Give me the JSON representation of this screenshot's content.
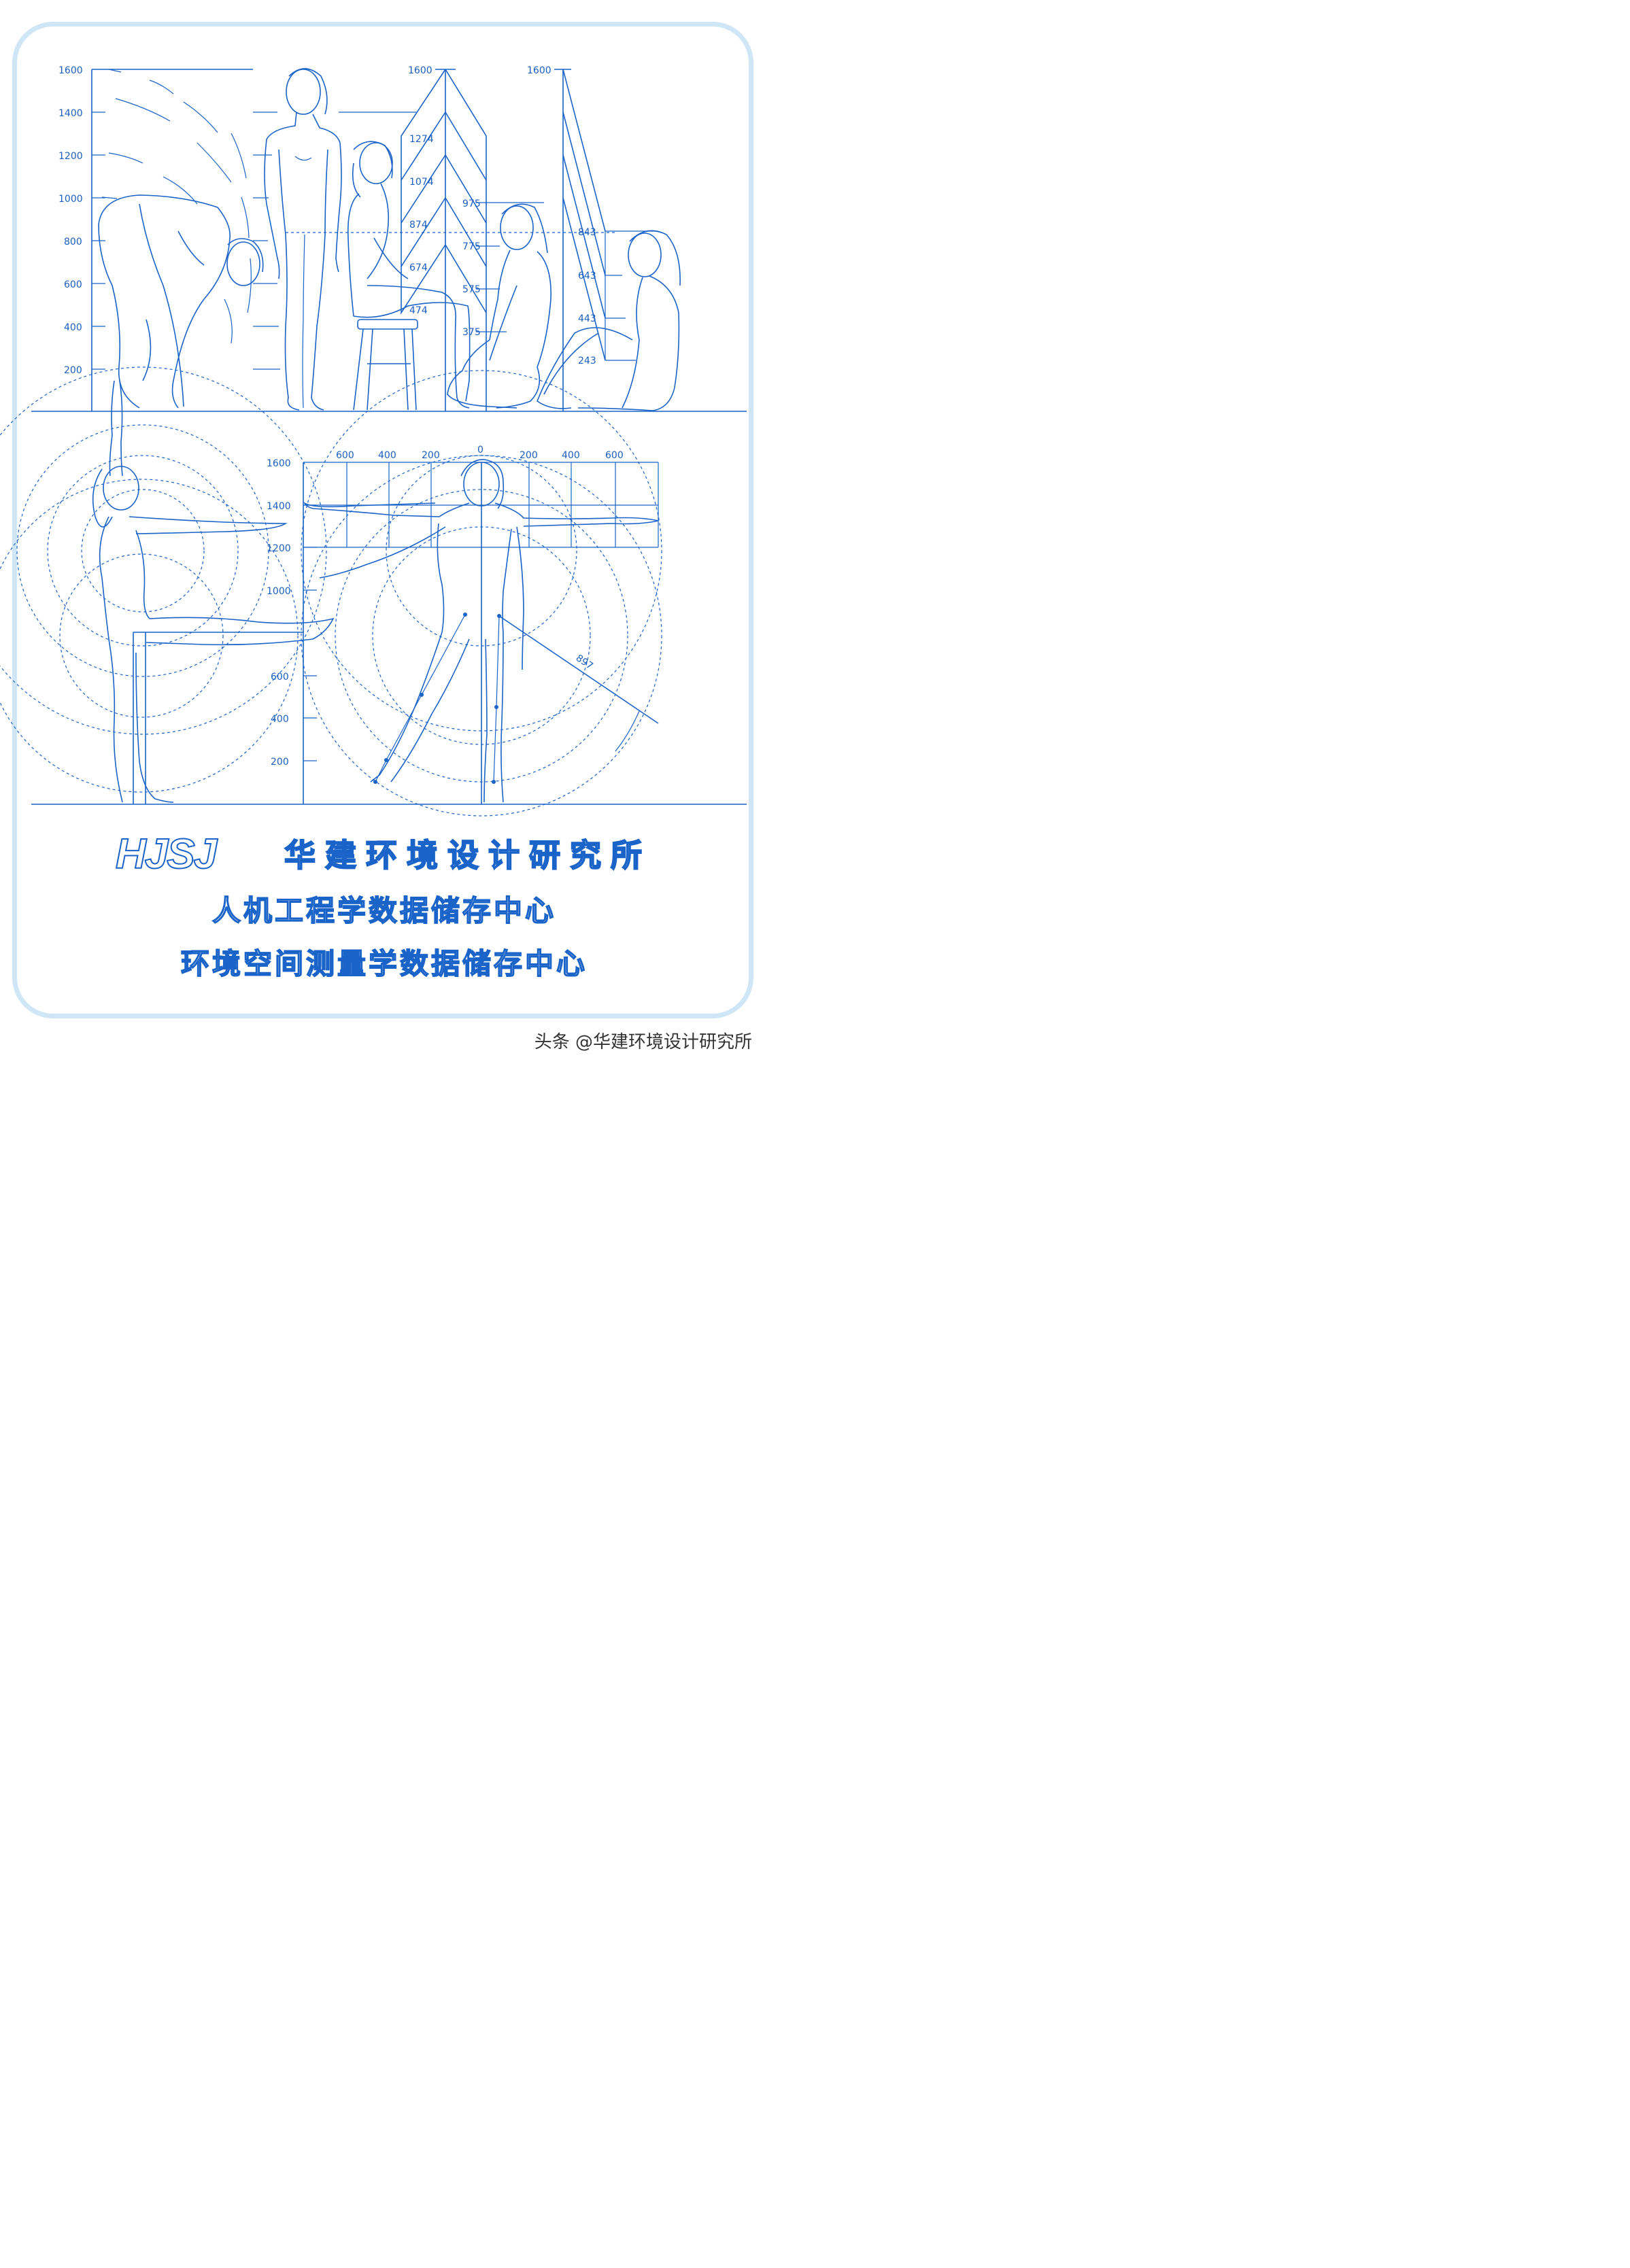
{
  "colors": {
    "line": "#1a63c8",
    "frame": "#cfe6f7",
    "watermark": "#333333"
  },
  "top_panel": {
    "left_scale": [
      "1600",
      "1400",
      "1200",
      "1000",
      "800",
      "600",
      "400",
      "200"
    ],
    "seated_scale_top": "1600",
    "seated_marks": [
      "1274",
      "1074",
      "874",
      "674",
      "474"
    ],
    "kneeling_marks": [
      "975",
      "775",
      "575",
      "375"
    ],
    "right_scale_top": "1600",
    "floor_sitting_marks": [
      "843",
      "643",
      "443",
      "243"
    ]
  },
  "bottom_panel": {
    "left_scale": [
      "1600",
      "1400",
      "1200",
      "1000",
      "600",
      "400",
      "200"
    ],
    "reach_scale": [
      "600",
      "400",
      "200",
      "0",
      "200",
      "400",
      "600"
    ],
    "leg_reach_label": "897"
  },
  "branding": {
    "logo_text": "HJSJ",
    "org_name": "华建环境设计研究所",
    "tagline_1": "人机工程学数据储存中心",
    "tagline_2": "环境空间测量学数据储存中心"
  },
  "watermark": "头条 @华建环境设计研究所"
}
